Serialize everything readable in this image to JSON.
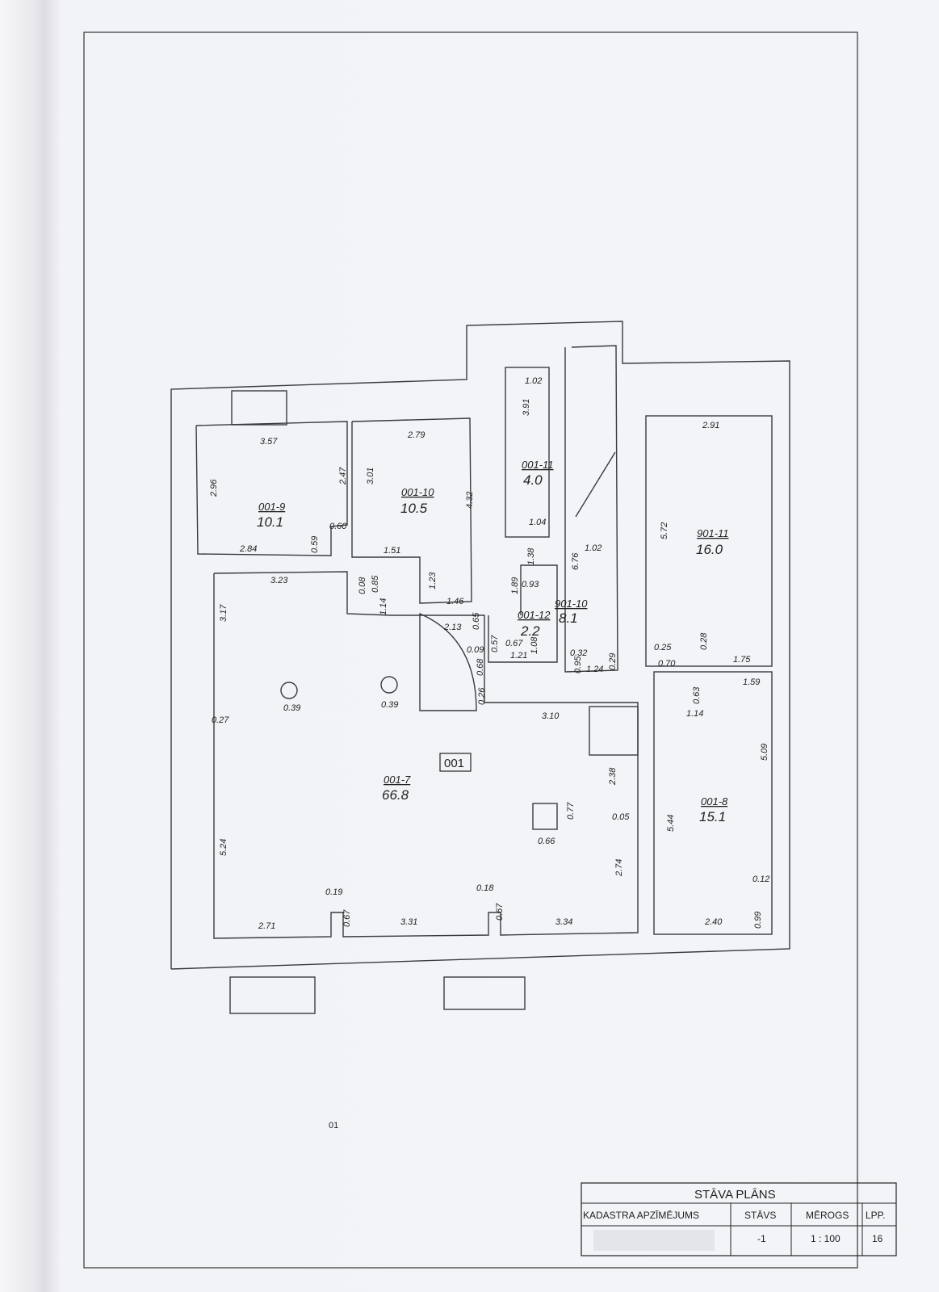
{
  "plan": {
    "building_label": "001",
    "rooms": [
      {
        "id": "001-9",
        "area": "10.1"
      },
      {
        "id": "001-10",
        "area": "10.5"
      },
      {
        "id": "001-11",
        "area": "4.0"
      },
      {
        "id": "901-11",
        "area": "16.0"
      },
      {
        "id": "901-10",
        "area": "8.1"
      },
      {
        "id": "001-12",
        "area": "2.2"
      },
      {
        "id": "001-7",
        "area": "66.8"
      },
      {
        "id": "001-8",
        "area": "15.1"
      }
    ],
    "dimensions": [
      "1.02",
      "3.91",
      "1.04",
      "2.91",
      "3.57",
      "2.79",
      "2.96",
      "2.47",
      "3.01",
      "4.32",
      "0.60",
      "2.84",
      "0.59",
      "1.51",
      "5.72",
      "6.76",
      "1.02",
      "3.23",
      "0.08",
      "0.85",
      "1.23",
      "1.38",
      "1.89",
      "0.93",
      "1.14",
      "1.46",
      "3.17",
      "2.13",
      "0.65",
      "0.09",
      "0.57",
      "0.67",
      "1.21",
      "1.08",
      "0.68",
      "0.32",
      "0.95",
      "1.24",
      "0.29",
      "0.25",
      "0.70",
      "0.28",
      "1.75",
      "1.59",
      "0.63",
      "0.39",
      "0.39",
      "0.26",
      "0.27",
      "3.10",
      "1.14",
      "5.09",
      "2.38",
      "0.05",
      "0.77",
      "0.66",
      "5.44",
      "5.24",
      "2.74",
      "0.12",
      "0.19",
      "0.18",
      "0.67",
      "0.67",
      "2.71",
      "3.31",
      "3.34",
      "2.40",
      "0.99"
    ],
    "footer_mark": "01"
  },
  "title_block": {
    "title": "STĀVA PLĀNS",
    "headers": [
      "KADASTRA APZĪMĒJUMS",
      "STĀVS",
      "MĒROGS",
      "LPP."
    ],
    "values": [
      "-1",
      "1 : 100",
      "16"
    ]
  }
}
